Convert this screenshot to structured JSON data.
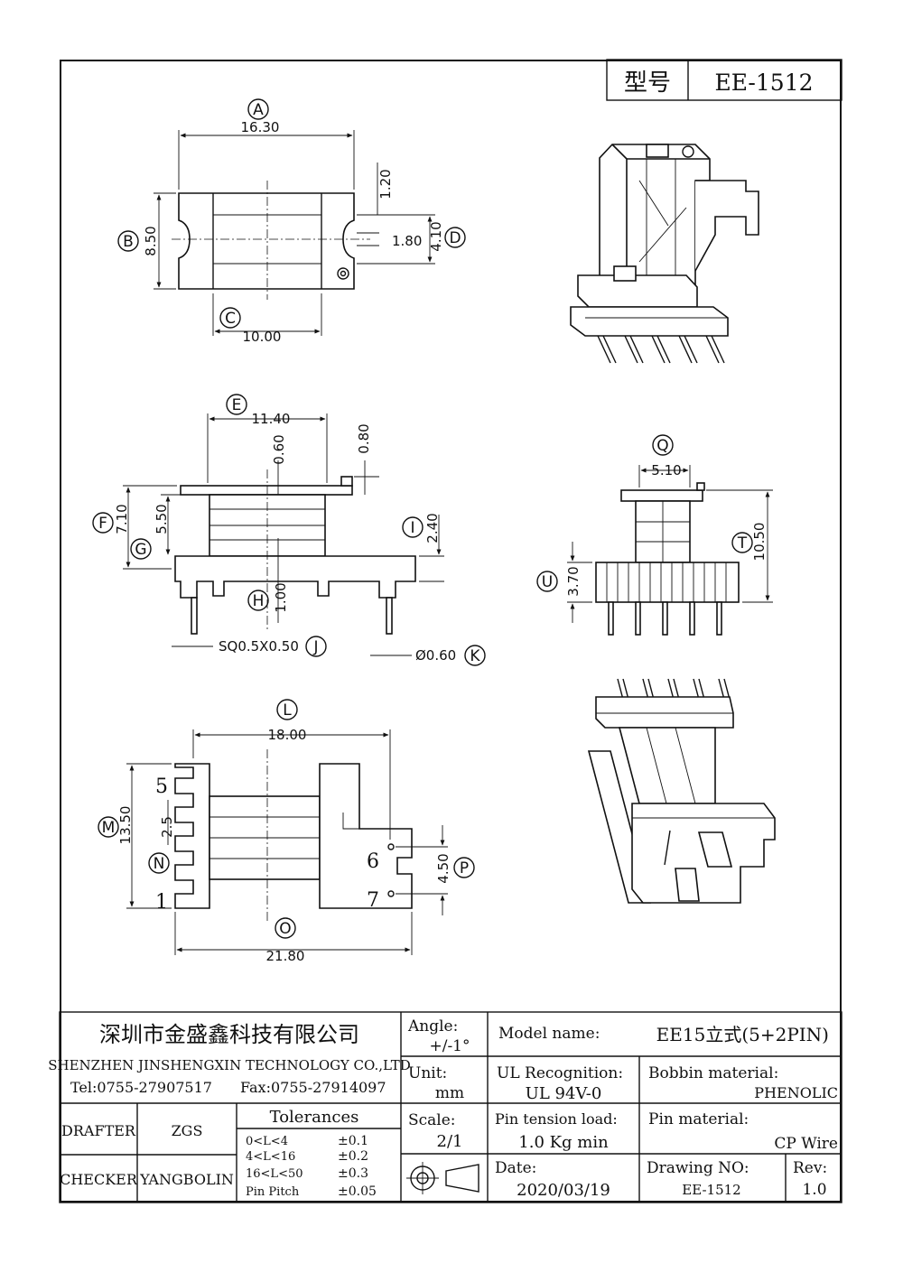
{
  "header": {
    "model_label": "型号",
    "model_value": "EE-1512"
  },
  "top_view": {
    "A": {
      "letter": "A",
      "value": "16.30"
    },
    "B": {
      "letter": "B",
      "value": "8.50"
    },
    "C": {
      "letter": "C",
      "value": "10.00"
    },
    "D": {
      "letter": "D",
      "value": "4.10"
    },
    "d1": "1.20",
    "d2": "1.80"
  },
  "front_view": {
    "E": {
      "letter": "E",
      "value": "11.40"
    },
    "F": {
      "letter": "F",
      "value": "7.10"
    },
    "G": {
      "letter": "G",
      "value": "5.50"
    },
    "H": {
      "letter": "H",
      "value": "1.00"
    },
    "I": {
      "letter": "I",
      "value": "2.40"
    },
    "J": {
      "letter": "J",
      "value": "SQ0.5X0.50"
    },
    "K": {
      "letter": "K",
      "value": "Ø0.60"
    },
    "d1": "0.60",
    "d2": "0.80"
  },
  "side_view": {
    "Q": {
      "letter": "Q",
      "value": "5.10"
    },
    "T": {
      "letter": "T",
      "value": "10.50"
    },
    "U": {
      "letter": "U",
      "value": "3.70"
    }
  },
  "bottom_view": {
    "L": {
      "letter": "L",
      "value": "18.00"
    },
    "M": {
      "letter": "M",
      "value": "13.50"
    },
    "N": {
      "letter": "N",
      "value": "2.5"
    },
    "O": {
      "letter": "O",
      "value": "21.80"
    },
    "P": {
      "letter": "P",
      "value": "4.50"
    },
    "pins": [
      "5",
      "1",
      "6",
      "7"
    ]
  },
  "title_block": {
    "company_cn": "深圳市金盛鑫科技有限公司",
    "company_en": "SHENZHEN JINSHENGXIN TECHNOLOGY CO.,LTD",
    "tel": "Tel:0755-27907517",
    "fax": "Fax:0755-27914097",
    "angle_label": "Angle:",
    "angle_value": "+/-1°",
    "unit_label": "Unit:",
    "unit_value": "mm",
    "scale_label": "Scale:",
    "scale_value": "2/1",
    "model_name_label": "Model name:",
    "model_name_value": "EE15立式(5+2PIN)",
    "ul_label": "UL Recognition:",
    "ul_value": "UL 94V-0",
    "bobbin_label": "Bobbin material:",
    "bobbin_value": "PHENOLIC",
    "pin_tension_label": "Pin tension load:",
    "pin_tension_value": "1.0 Kg min",
    "pin_material_label": "Pin material:",
    "pin_material_value": "CP Wire",
    "drafter_label": "DRAFTER",
    "drafter_value": "ZGS",
    "checker_label": "CHECKER",
    "checker_value": "YANGBOLIN",
    "tolerances_label": "Tolerances",
    "tolerances": [
      {
        "range": "0<L<4",
        "value": "±0.1"
      },
      {
        "range": "4<L<16",
        "value": "±0.2"
      },
      {
        "range": "16<L<50",
        "value": "±0.3"
      },
      {
        "range": "Pin Pitch",
        "value": "±0.05"
      }
    ],
    "date_label": "Date:",
    "date_value": "2020/03/19",
    "drawing_no_label": "Drawing NO:",
    "drawing_no_value": "EE-1512",
    "rev_label": "Rev:",
    "rev_value": "1.0"
  }
}
